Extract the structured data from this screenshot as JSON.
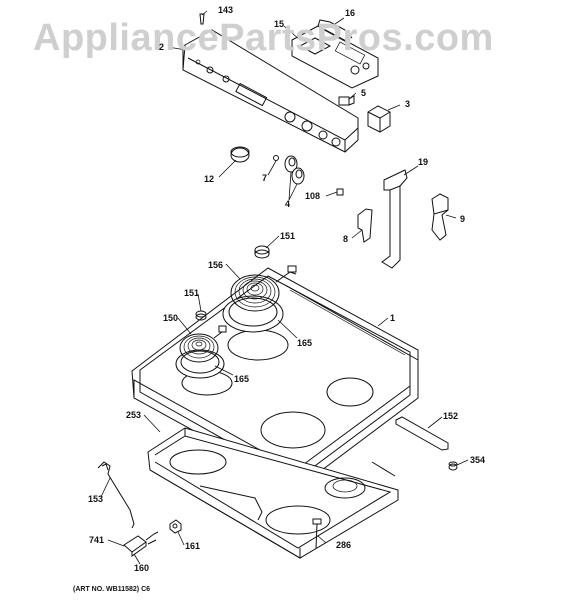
{
  "watermark": "AppliancePartsPros.com",
  "art_number": "(ART NO. WB11582) C6",
  "part_labels": {
    "p143": "143",
    "p2": "2",
    "p15": "15",
    "p16": "16",
    "p5": "5",
    "p3": "3",
    "p12": "12",
    "p7": "7",
    "p4": "4",
    "p108": "108",
    "p19": "19",
    "p9": "9",
    "p8": "8",
    "p151a": "151",
    "p156": "156",
    "p151b": "151",
    "p150": "150",
    "p165a": "165",
    "p165b": "165",
    "p1": "1",
    "p253": "253",
    "p152": "152",
    "p354": "354",
    "p153": "153",
    "p741": "741",
    "p161": "161",
    "p160": "160",
    "p286": "286"
  }
}
